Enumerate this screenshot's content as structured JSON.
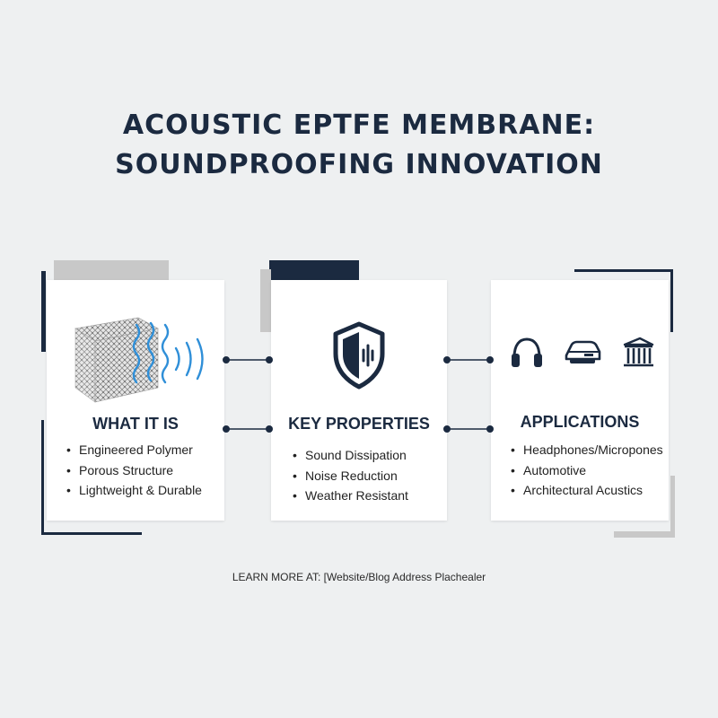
{
  "title": {
    "line1": "ACOUSTIC EPTFE MEMBRANE:",
    "line2": "SOUNDPROOFING INNOVATION"
  },
  "colors": {
    "navy": "#1b2a40",
    "gray": "#c8c8c8",
    "accent_blue": "#2f8fd8",
    "background": "#eef0f1"
  },
  "cards": [
    {
      "title": "WHAT IT IS",
      "icon": "porous-membrane-cube-with-sound-waves",
      "items": [
        "Engineered Polymer",
        "Porous Structure",
        "Lightweight & Durable"
      ]
    },
    {
      "title": "KEY PROPERTIES",
      "icon": "shield-with-sound-wave",
      "items": [
        "Sound Dissipation",
        "Noise Reduction",
        "Weather Resistant"
      ]
    },
    {
      "title": "APPLICATIONS",
      "icons": [
        "headphones-icon",
        "car-icon",
        "building-icon"
      ],
      "items": [
        "Headphones/Micropones",
        "Automotive",
        "Architectural Acustics"
      ]
    }
  ],
  "footer": "LEARN MORE AT: [Website/Blog Address Plachealer"
}
